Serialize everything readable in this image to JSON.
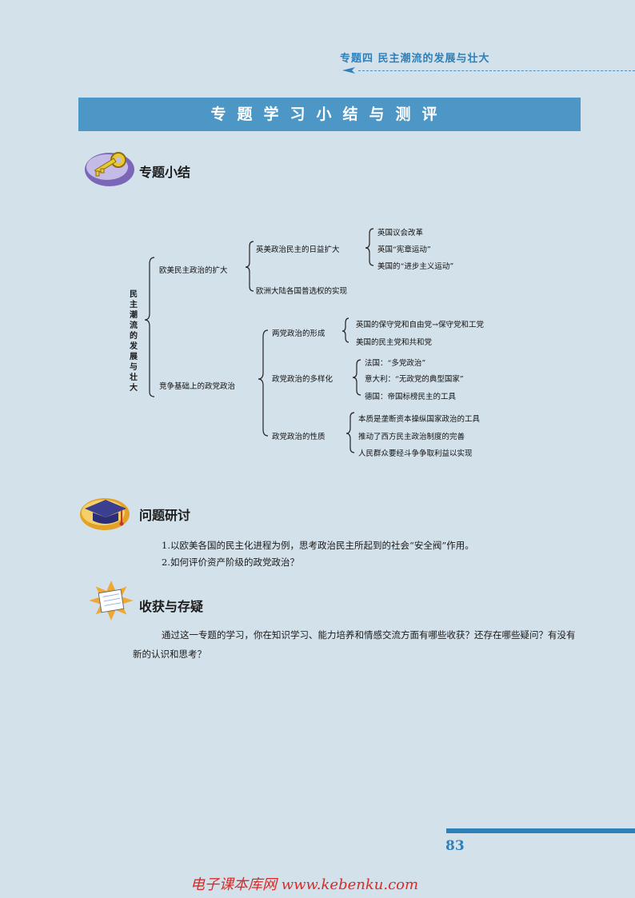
{
  "header": {
    "title": "专题四  民主潮流的发展与壮大"
  },
  "banner": {
    "title": "专题学习小结与测评"
  },
  "summary": {
    "title": "专题小结",
    "root": "民主潮流的发展与壮大",
    "branch1": "欧美民主政治的扩大",
    "b1_sub1": "英美政治民主的日益扩大",
    "b1_sub1_items": [
      "英国议会改革",
      "英国“宪章运动”",
      "美国的“进步主义运动”"
    ],
    "b1_sub2": "欧洲大陆各国普选权的实现",
    "branch2": "竞争基础上的政党政治",
    "b2_sub1": "两党政治的形成",
    "b2_sub1_items": [
      "英国的保守党和自由党→保守党和工党",
      "美国的民主党和共和党"
    ],
    "b2_sub2": "政党政治的多样化",
    "b2_sub2_items": [
      "法国：“多党政治”",
      "意大利：“无政党的典型国家”",
      "德国：帝国标榜民主的工具"
    ],
    "b2_sub3": "政党政治的性质",
    "b2_sub3_items": [
      "本质是垄断资本操纵国家政治的工具",
      "推动了西方民主政治制度的完善",
      "人民群众要经斗争争取利益以实现"
    ]
  },
  "discussion": {
    "title": "问题研讨",
    "items": [
      "1.以欧美各国的民主化进程为例，思考政治民主所起到的社会“安全阀”作用。",
      "2.如何评价资产阶级的政党政治？"
    ]
  },
  "reflection": {
    "title": "收获与存疑",
    "text": "通过这一专题的学习，你在知识学习、能力培养和情感交流方面有哪些收获？还存在哪些疑问？有没有新的认识和思考？"
  },
  "footer": {
    "page_number": "83",
    "watermark": "电子课本库网 www.kebenku.com"
  }
}
